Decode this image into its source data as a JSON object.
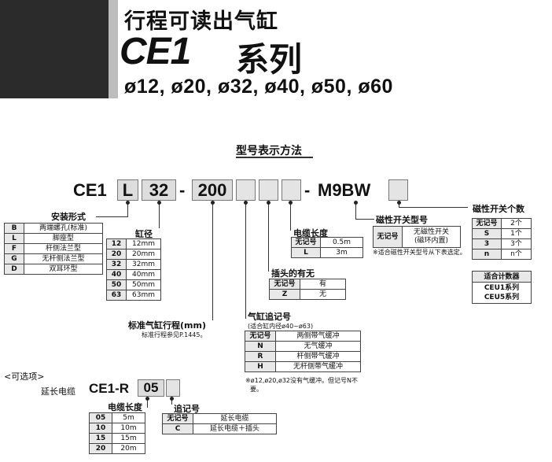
{
  "header": {
    "title_cn": "行程可读出气缸",
    "series_code": "CE1",
    "series_label": "系列",
    "bores": "ø12, ø20, ø32, ø40, ø50, ø60"
  },
  "section_title": "型号表示方法",
  "model_code": {
    "prefix": "CE1",
    "mount": "L",
    "bore": "32",
    "dash1": "-",
    "stroke": "200",
    "dash2": "-",
    "switch": "M9BW"
  },
  "mount_type": {
    "label": "安装形式",
    "rows": [
      {
        "k": "B",
        "v": "两端螺孔(标准)"
      },
      {
        "k": "L",
        "v": "脚座型"
      },
      {
        "k": "F",
        "v": "杆侧法兰型"
      },
      {
        "k": "G",
        "v": "无杆侧法兰型"
      },
      {
        "k": "D",
        "v": "双耳环型"
      }
    ]
  },
  "bore_size": {
    "label": "缸径",
    "rows": [
      {
        "k": "12",
        "v": "12mm"
      },
      {
        "k": "20",
        "v": "20mm"
      },
      {
        "k": "32",
        "v": "32mm"
      },
      {
        "k": "40",
        "v": "40mm"
      },
      {
        "k": "50",
        "v": "50mm"
      },
      {
        "k": "63",
        "v": "63mm"
      }
    ]
  },
  "stroke": {
    "label": "标准气缸行程(mm)",
    "note": "标准行程参见P.1445。"
  },
  "cable_length": {
    "label": "电缆长度",
    "rows": [
      {
        "k": "无记号",
        "v": "0.5m"
      },
      {
        "k": "L",
        "v": "3m"
      }
    ]
  },
  "connector": {
    "label": "插头的有无",
    "rows": [
      {
        "k": "无记号",
        "v": "有"
      },
      {
        "k": "Z",
        "v": "无"
      }
    ]
  },
  "suffix": {
    "label": "气缸追记号",
    "sub": "(适合缸内径ø40~ø63)",
    "rows": [
      {
        "k": "无记号",
        "v": "两侧带气缓冲"
      },
      {
        "k": "N",
        "v": "无气缓冲"
      },
      {
        "k": "R",
        "v": "杆侧带气缓冲"
      },
      {
        "k": "H",
        "v": "无杆侧带气缓冲"
      }
    ],
    "note1": "※ø12,ø20,ø32没有气缓冲。但记号N不",
    "note2": "要。"
  },
  "switch_model": {
    "label": "磁性开关型号",
    "k": "无记号",
    "v1": "无磁性开关",
    "v2": "(磁环内置)",
    "note": "※适合磁性开关型号从下表选定。"
  },
  "switch_count": {
    "label": "磁性开关个数",
    "rows": [
      {
        "k": "无记号",
        "v": "2个"
      },
      {
        "k": "S",
        "v": "1个"
      },
      {
        "k": "3",
        "v": "3个"
      },
      {
        "k": "n",
        "v": "n个"
      }
    ],
    "counter_title": "适合计数器",
    "counter1": "CEU1系列",
    "counter2": "CEU5系列"
  },
  "option": {
    "heading": "<可选项>",
    "label": "延长电缆",
    "code": "CE1-R",
    "code_val": "05",
    "length_label": "电缆长度",
    "length_rows": [
      {
        "k": "05",
        "v": "5m"
      },
      {
        "k": "10",
        "v": "10m"
      },
      {
        "k": "15",
        "v": "15m"
      },
      {
        "k": "20",
        "v": "20m"
      }
    ],
    "suffix_label": "追记号",
    "suffix_rows": [
      {
        "k": "无记号",
        "v": "延长电缆"
      },
      {
        "k": "C",
        "v": "延长电缆＋插头"
      }
    ]
  }
}
